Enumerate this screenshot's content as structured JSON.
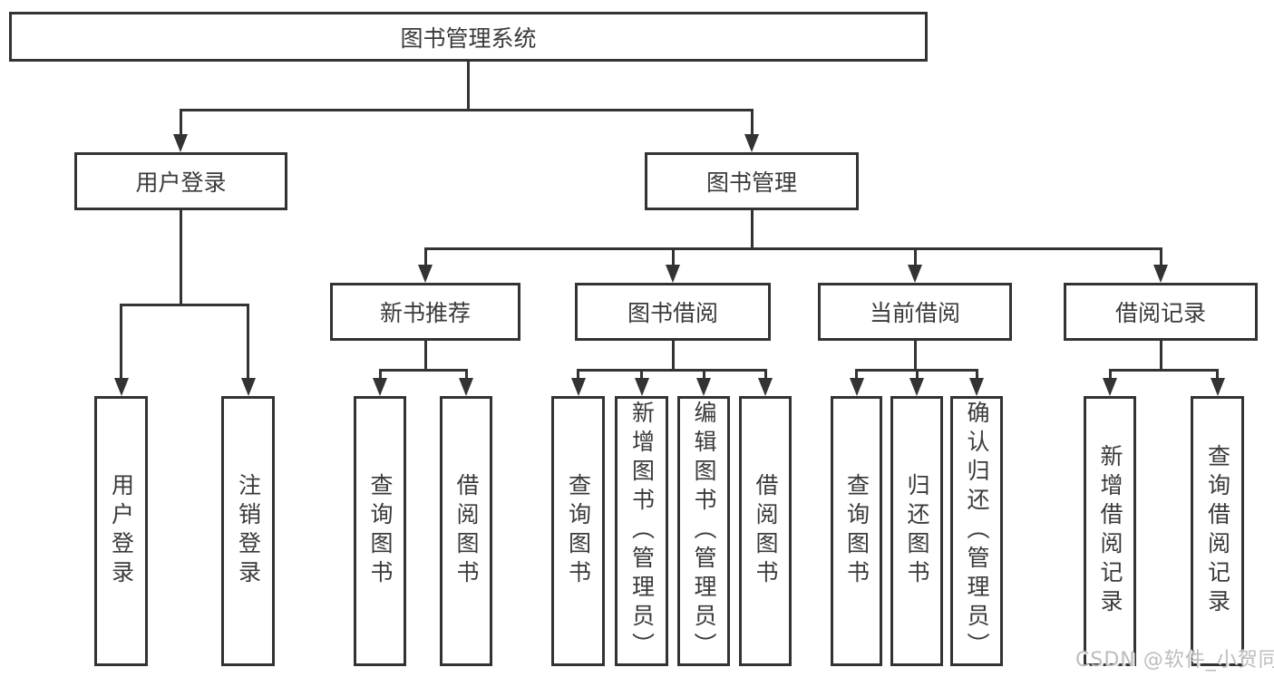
{
  "colors": {
    "line": "#333333",
    "text": "#3a3a3a",
    "background": "#ffffff",
    "watermark": "#bdbdbd"
  },
  "tree": {
    "root": {
      "label": "图书管理系统"
    },
    "branches": [
      {
        "label": "用户登录",
        "children": [
          {
            "label": "用户登录"
          },
          {
            "label": "注销登录"
          }
        ]
      },
      {
        "label": "图书管理",
        "children": [
          {
            "label": "新书推荐",
            "children": [
              {
                "label": "查询图书"
              },
              {
                "label": "借阅图书"
              }
            ]
          },
          {
            "label": "图书借阅",
            "children": [
              {
                "label": "查询图书"
              },
              {
                "label": "新增图书（管理员）"
              },
              {
                "label": "编辑图书（管理员）"
              },
              {
                "label": "借阅图书"
              }
            ]
          },
          {
            "label": "当前借阅",
            "children": [
              {
                "label": "查询图书"
              },
              {
                "label": "归还图书"
              },
              {
                "label": "确认归还（管理员）"
              }
            ]
          },
          {
            "label": "借阅记录",
            "children": [
              {
                "label": "新增借阅记录"
              },
              {
                "label": "查询借阅记录"
              }
            ]
          }
        ]
      }
    ]
  },
  "watermark": {
    "text": "CSDN @软件_小贺同学"
  }
}
